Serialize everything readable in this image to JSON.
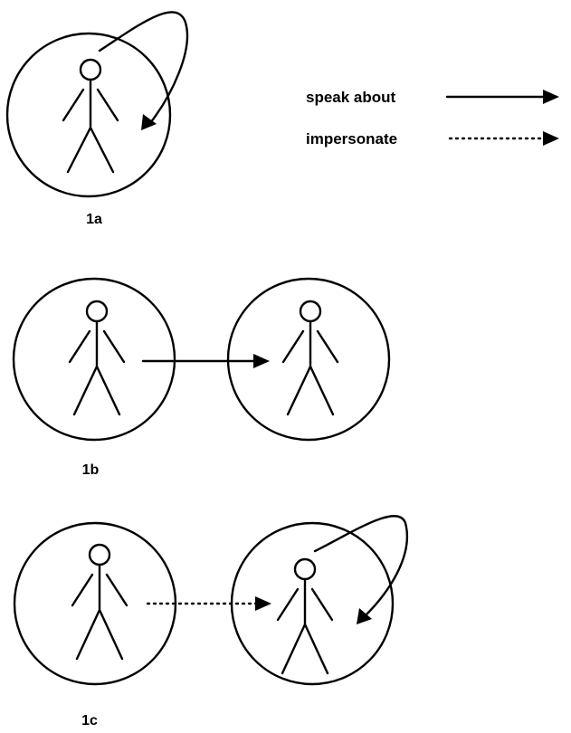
{
  "legend": {
    "items": [
      {
        "label": "speak about",
        "line_style": "solid"
      },
      {
        "label": "impersonate",
        "line_style": "dotted"
      }
    ]
  },
  "panels": [
    {
      "id": "1a",
      "label": "1a",
      "figures": 1,
      "relations": [
        "speak about (self)"
      ]
    },
    {
      "id": "1b",
      "label": "1b",
      "figures": 2,
      "relations": [
        "speak about (other)"
      ]
    },
    {
      "id": "1c",
      "label": "1c",
      "figures": 2,
      "relations": [
        "impersonate (other)",
        "speak about (self)"
      ]
    }
  ],
  "colors": {
    "ink": "#000000",
    "background": "#ffffff"
  }
}
